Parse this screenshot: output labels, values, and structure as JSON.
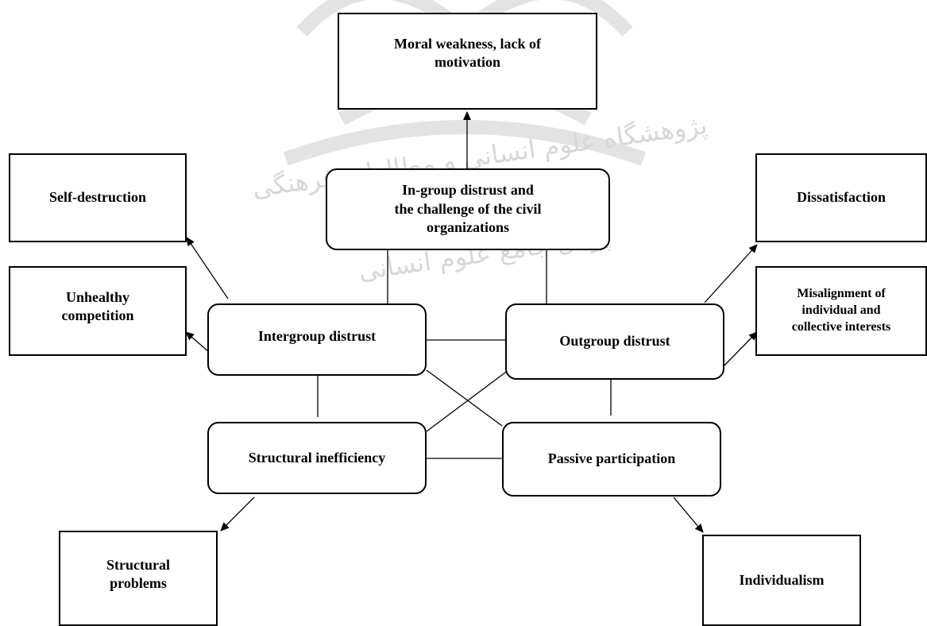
{
  "watermark": {
    "line1": "پژوهشگاه علوم انسانی و مطالعات فرهنگی",
    "line2": "پرتال جامع علوم انسانی"
  },
  "nodes": {
    "moral_weakness": "Moral weakness, lack of\nmotivation",
    "ingroup": "In-group distrust and\nthe challenge of the civil\norganizations",
    "self_destruction": "Self-destruction",
    "dissatisfaction": "Dissatisfaction",
    "unhealthy_competition": "Unhealthy\ncompetition",
    "misalignment": "Misalignment of\nindividual and\ncollective interests",
    "intergroup": "Intergroup distrust",
    "outgroup": "Outgroup distrust",
    "structural_inefficiency": "Structural inefficiency",
    "passive_participation": "Passive participation",
    "structural_problems": "Structural\nproblems",
    "individualism": "Individualism"
  }
}
